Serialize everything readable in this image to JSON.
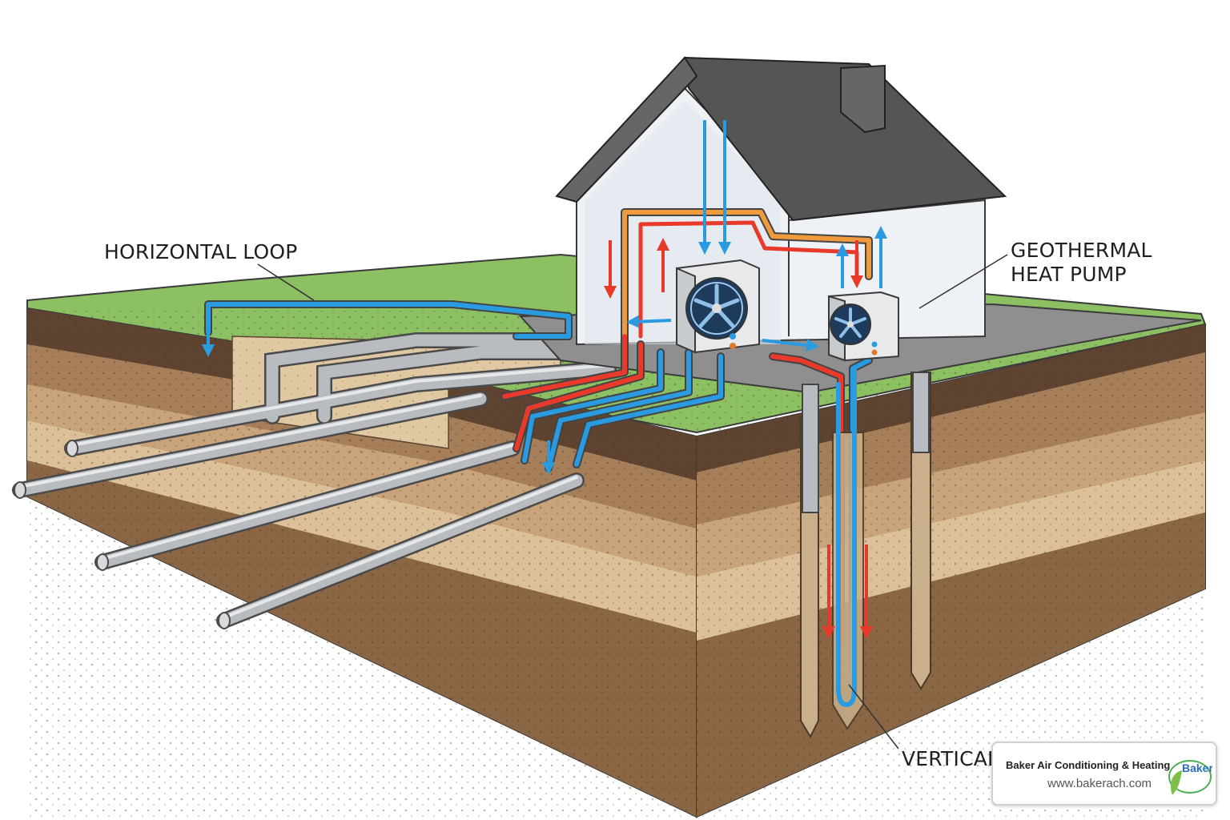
{
  "labels": {
    "horizontal_loop": "HORIZONTAL LOOP",
    "geothermal_line1": "GEOTHERMAL",
    "geothermal_line2": "HEAT PUMP",
    "vertical": "VERTICAL"
  },
  "watermark": {
    "company": "Baker Air Conditioning & Heating",
    "url": "www.bakerach.com",
    "logo_text": "Baker"
  },
  "colors": {
    "hot_pipe": "#e8392a",
    "cold_pipe": "#2a9be0",
    "warm_pipe": "#f09a3e",
    "grass": "#8dbf63",
    "roof": "#555555",
    "gray_pipe": "#b8bcc0"
  },
  "icons": [
    "fan-icon",
    "leaf-icon"
  ]
}
